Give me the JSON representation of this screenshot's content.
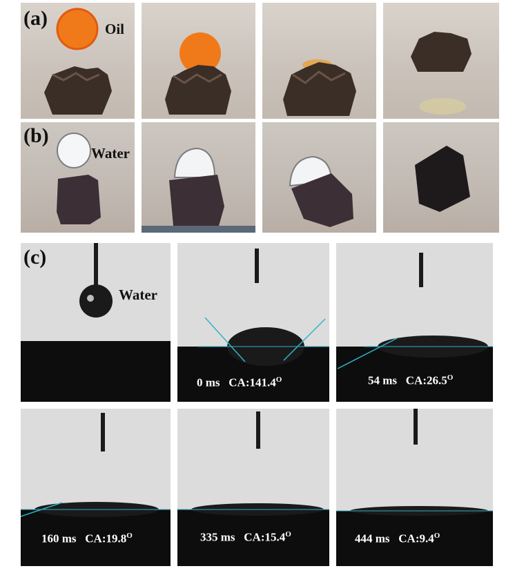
{
  "panels": {
    "a": {
      "letter": "(a)",
      "liquid_label": "Oil",
      "liquid_color": "#f07a1a"
    },
    "b": {
      "letter": "(b)",
      "liquid_label": "Water"
    },
    "c": {
      "letter": "(c)",
      "liquid_label": "Water",
      "frames": [
        {
          "time": "0 ms",
          "ca": "CA:141.4",
          "degree": "O"
        },
        {
          "time": "54 ms",
          "ca": "CA:26.5",
          "degree": "O"
        },
        {
          "time": "160 ms",
          "ca": "CA:19.8",
          "degree": "O"
        },
        {
          "time": "335 ms",
          "ca": "CA:15.4",
          "degree": "O"
        },
        {
          "time": "444 ms",
          "ca": "CA:9.4",
          "degree": "O"
        }
      ]
    }
  },
  "colors": {
    "sample": "#3b2e27",
    "sponge_dark": "#1e1a1c",
    "fit_line": "#2fb3c6"
  }
}
